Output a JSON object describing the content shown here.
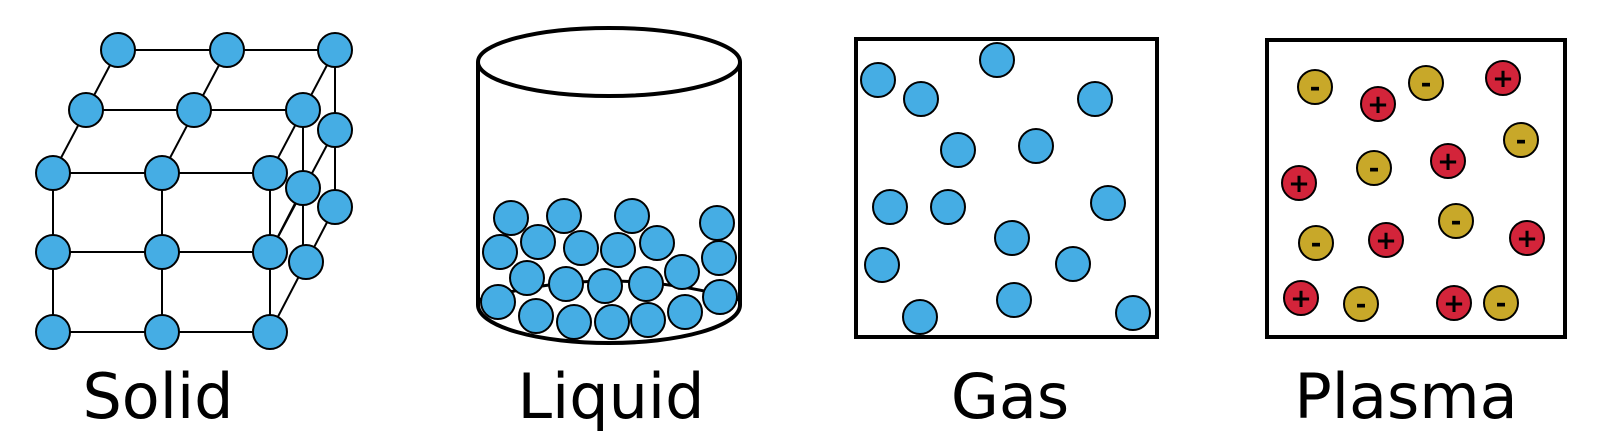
{
  "labels": {
    "solid": "Solid",
    "liquid": "Liquid",
    "gas": "Gas",
    "plasma": "Plasma"
  },
  "signs": {
    "positive": "+",
    "negative": "-"
  },
  "colors": {
    "particle": "#45ade4",
    "positive_ion": "#d3243a",
    "negative_ion": "#c8a829",
    "stroke": "#000000"
  }
}
